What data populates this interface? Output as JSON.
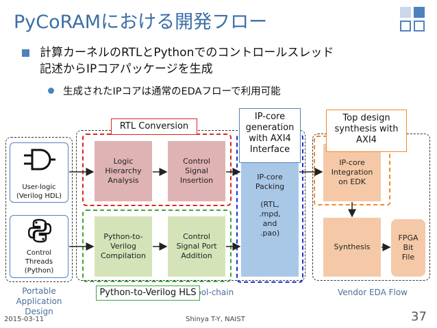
{
  "header": {
    "title": "PyCoRAMにおける開発フロー"
  },
  "bullets": {
    "main_line1": "計算カーネルのRTLとPythonでのコントロールスレッド",
    "main_line2": "記述からIPコアパッケージを生成",
    "sub": "生成されたIPコアは通常のEDAフローで利用可能"
  },
  "diagram": {
    "user_logic": {
      "line1": "User-logic",
      "line2": "(Verilog HDL)"
    },
    "control_threads": {
      "line1": "Control",
      "line2": "Threads",
      "line3": "(Python)"
    },
    "logic_analysis": {
      "line1": "Logic",
      "line2": "Hierarchy",
      "line3": "Analysis"
    },
    "control_insertion": {
      "line1": "Control",
      "line2": "Signal",
      "line3": "Insertion"
    },
    "python_compilation": {
      "line1": "Python-to-",
      "line2": "Verilog",
      "line3": "Compilation"
    },
    "port_addition": {
      "line1": "Control",
      "line2": "Signal Port",
      "line3": "Addition"
    },
    "ip_packing": {
      "line1": "IP-core",
      "line2": "Packing",
      "line3": "(RTL,",
      "line4": ".mpd,",
      "line5": "and",
      "line6": ".pao)"
    },
    "ip_integration": {
      "line1": "IP-core",
      "line2": "Integration",
      "line3": "on EDK"
    },
    "synthesis": {
      "label": "Synthesis"
    },
    "fpga_bitfile": {
      "line1": "FPGA",
      "line2": "Bit",
      "line3": "File"
    },
    "callouts": {
      "rtl_conversion": "RTL Conversion",
      "ip_generation_line1": "IP-core",
      "ip_generation_line2": "generation",
      "ip_generation_line3": "with AXI4",
      "ip_generation_line4": "Interface",
      "top_design_line1": "Top design",
      "top_design_line2": "synthesis with",
      "top_design_line3": "AXI4",
      "python_hls": "Python-to-Verilog HLS"
    },
    "section_labels": {
      "portable_line1": "Portable",
      "portable_line2": "Application",
      "portable_line3": "Design",
      "toolchain": "PyCoRAM Tool-chain",
      "vendor_flow": "Vendor EDA Flow"
    }
  },
  "footer": {
    "date": "2015-03-11",
    "author": "Shinya T-Y, NAIST",
    "page": "37"
  },
  "colors": {
    "title_blue": "#3b6ea5",
    "accent_blue": "#4f81bd",
    "red_dash": "#e0241b",
    "green_dash": "#3aa63a",
    "blue_dash": "#1c2fd0",
    "orange_dash": "#f08a24"
  }
}
